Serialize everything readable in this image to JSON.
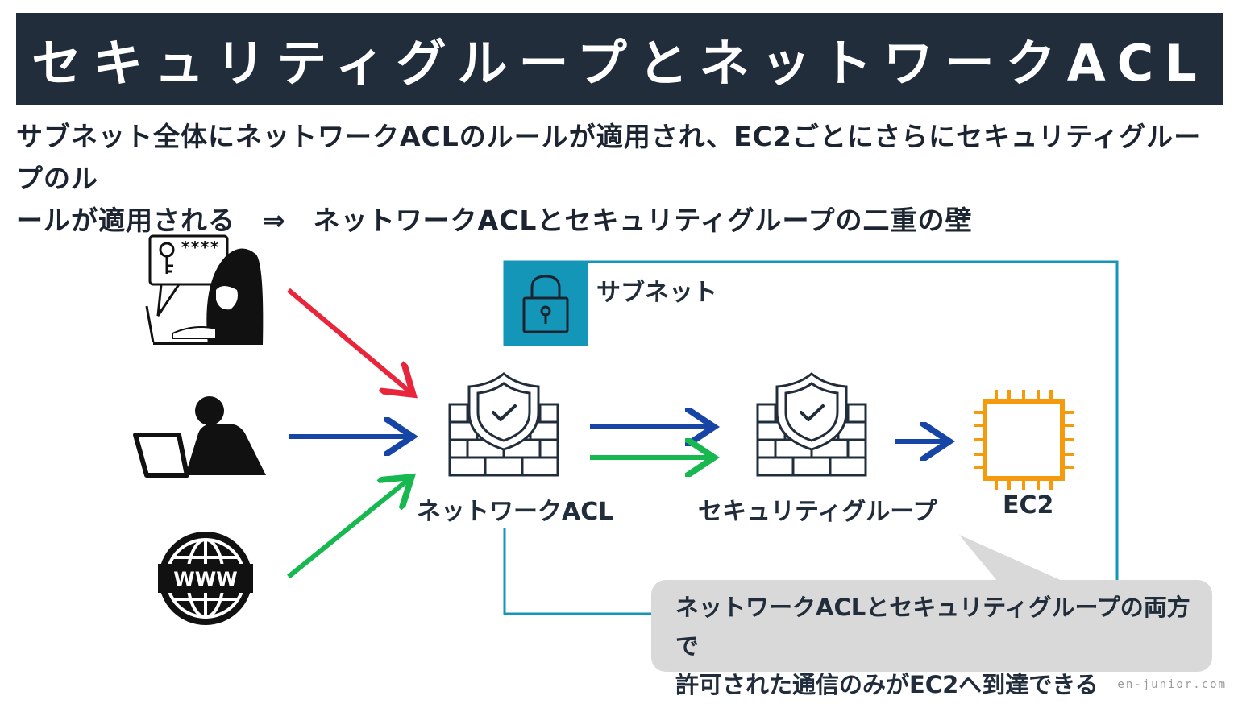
{
  "title": "セキュリティグループとネットワークACL",
  "lead": {
    "line1": "サブネット全体にネットワークACLのルールが適用され、EC2ごとにさらにセキュリティグループのル",
    "line2": "ールが適用される　⇒　ネットワークACLとセキュリティグループの二重の壁"
  },
  "diagram": {
    "subnet_label": "サブネット",
    "nacl_label": "ネットワークACL",
    "sg_label": "セキュリティグループ",
    "ec2_label": "EC2",
    "www_text": "WWW",
    "sources": [
      {
        "name": "hacker",
        "arrow_color": "#e8253a"
      },
      {
        "name": "user",
        "arrow_color": "#1645a6"
      },
      {
        "name": "internet",
        "arrow_color": "#16b84f"
      }
    ],
    "colors": {
      "subnet_border": "#1496b8",
      "ec2_orange": "#f59a0c",
      "title_bg": "#222d3c"
    }
  },
  "callout": {
    "line1": "ネットワークACLとセキュリティグループの両方で",
    "line2": "許可された通信のみがEC2へ到達できる"
  },
  "watermark": "en-junior.com"
}
